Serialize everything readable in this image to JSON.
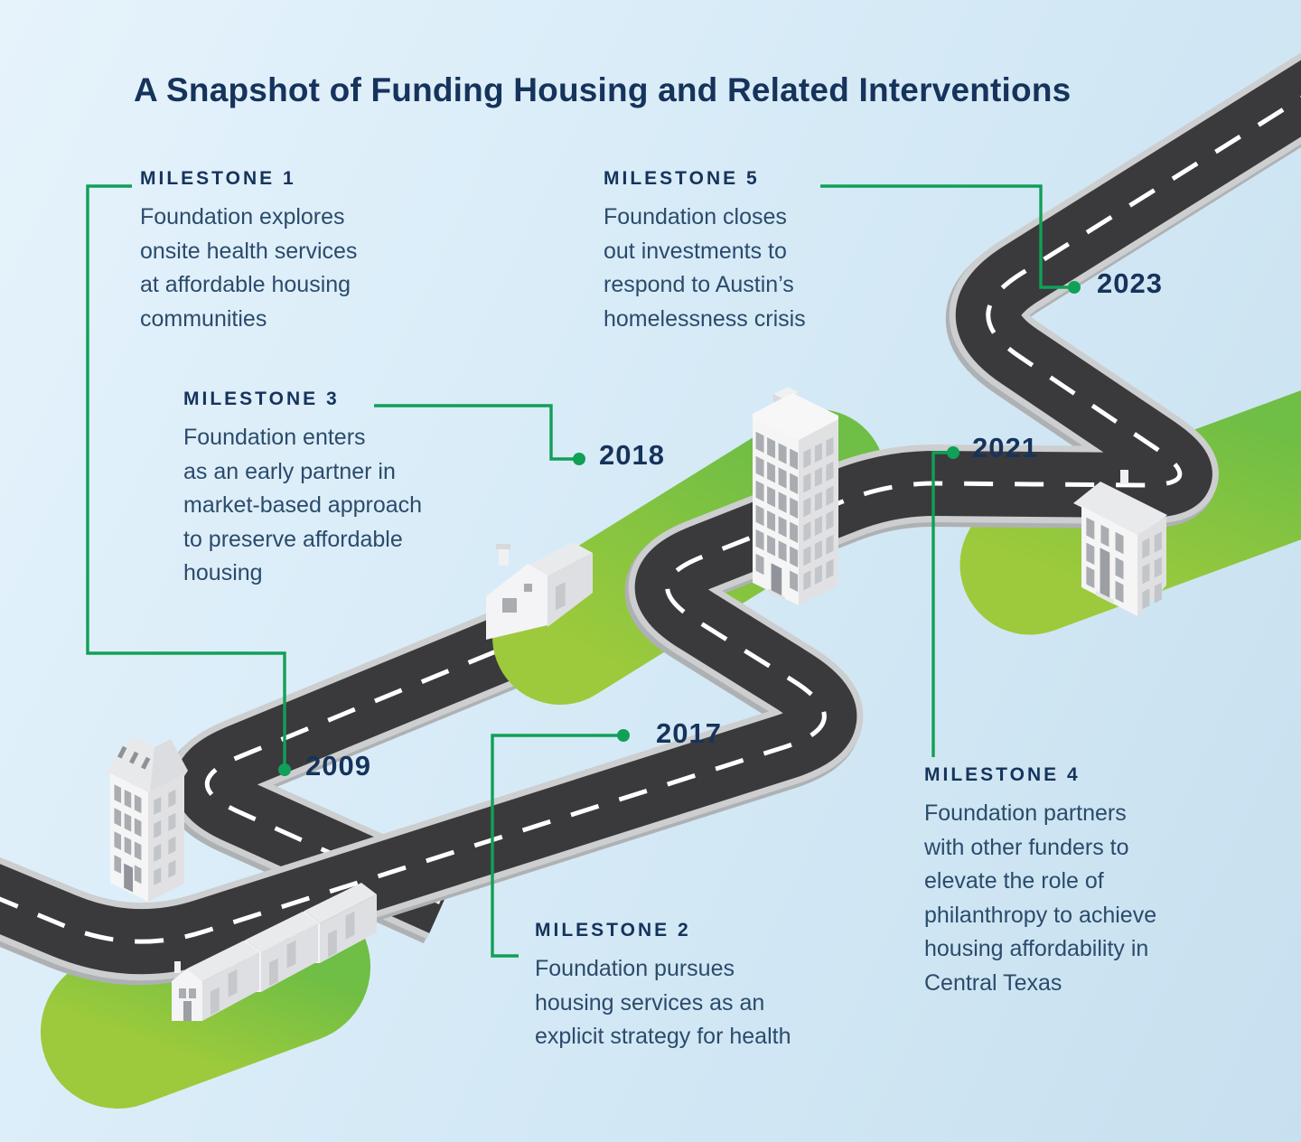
{
  "title": "A Snapshot of Funding Housing and Related Interventions",
  "milestones": [
    {
      "id": 1,
      "label": "MILESTONE 1",
      "description": "Foundation explores\nonsite health services\nat affordable housing\ncommunities",
      "year": "2009"
    },
    {
      "id": 2,
      "label": "MILESTONE 2",
      "description": "Foundation pursues\nhousing services as an\nexplicit strategy for health",
      "year": "2017"
    },
    {
      "id": 3,
      "label": "MILESTONE 3",
      "description": "Foundation enters\nas an early partner in\nmarket-based approach\nto preserve affordable\nhousing",
      "year": "2018"
    },
    {
      "id": 4,
      "label": "MILESTONE 4",
      "description": "Foundation partners\nwith other funders to\nelevate the role of\nphilanthropy to achieve\nhousing affordability in\nCentral Texas",
      "year": "2021"
    },
    {
      "id": 5,
      "label": "MILESTONE 5",
      "description": "Foundation closes\nout investments to\nrespond to Austin’s\nhomelessness crisis",
      "year": "2023"
    }
  ],
  "colors": {
    "background_top": "#e6f3fb",
    "background_bottom": "#c7e0ef",
    "road": "#3a3a3c",
    "road_casing": "#cdced0",
    "road_dash": "#ffffff",
    "grass_light": "#9cca3c",
    "grass_dark": "#6fbe45",
    "connector_green": "#10a057",
    "heading_navy": "#16335b",
    "body_navy": "#2b4b6b"
  }
}
